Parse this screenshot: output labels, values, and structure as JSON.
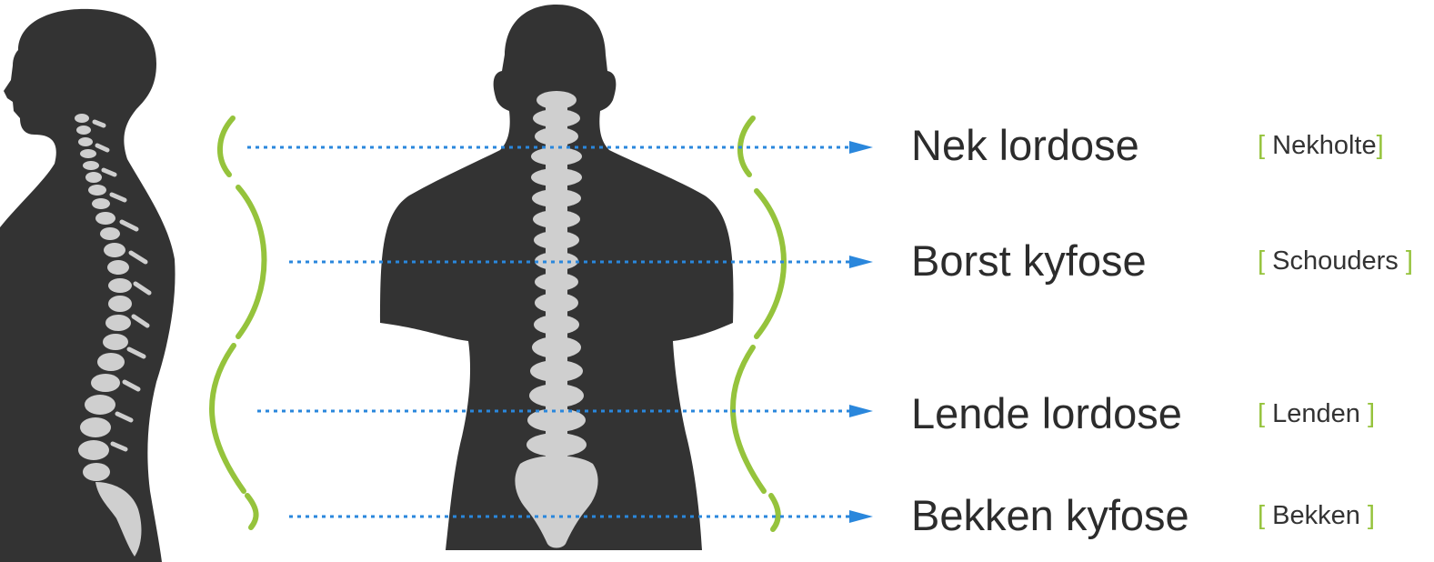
{
  "colors": {
    "silhouette": "#333333",
    "spine": "#cfcfcf",
    "curve": "#95c33c",
    "arrow": "#2a87dc",
    "text": "#2c2c2c"
  },
  "regions": [
    {
      "name": "Nek lordose",
      "tag": "Nekholte",
      "bracket_open": "[",
      "bracket_close": "]"
    },
    {
      "name": "Borst kyfose",
      "tag": "Schouders",
      "bracket_open": "[",
      "bracket_close": "]"
    },
    {
      "name": "Lende lordose",
      "tag": "Lenden",
      "bracket_open": "[",
      "bracket_close": "]"
    },
    {
      "name": "Bekken kyfose",
      "tag": "Bekken",
      "bracket_open": "[",
      "bracket_close": "]"
    }
  ]
}
